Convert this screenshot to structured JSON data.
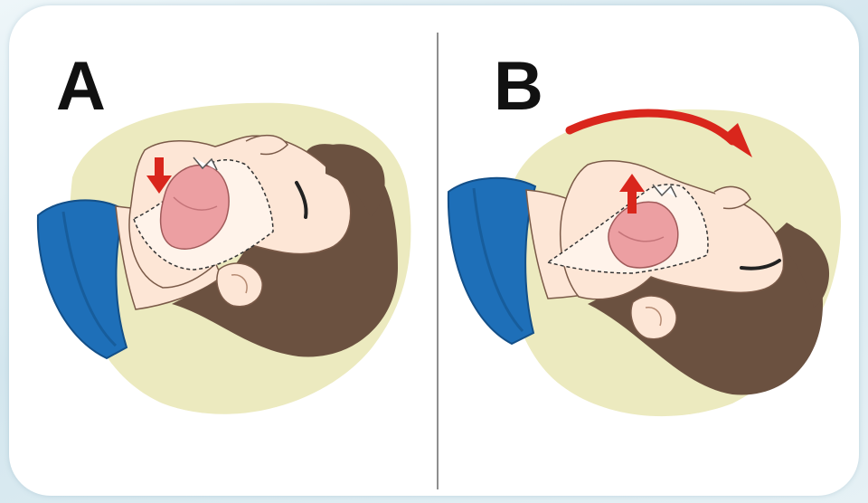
{
  "panels": [
    {
      "label": "A",
      "description_icon": "head-neutral-icon",
      "tongue_arrow": "down"
    },
    {
      "label": "B",
      "description_icon": "head-tilted-back-icon",
      "tongue_arrow": "up",
      "tilt_arrow": "clockwise"
    }
  ],
  "colors": {
    "background_blob": "#eceabf",
    "skin": "#fde6d6",
    "hair": "#6b5140",
    "shirt": "#1e6fb8",
    "tongue": "#ec9fa2",
    "arrow": "#d9261c"
  }
}
